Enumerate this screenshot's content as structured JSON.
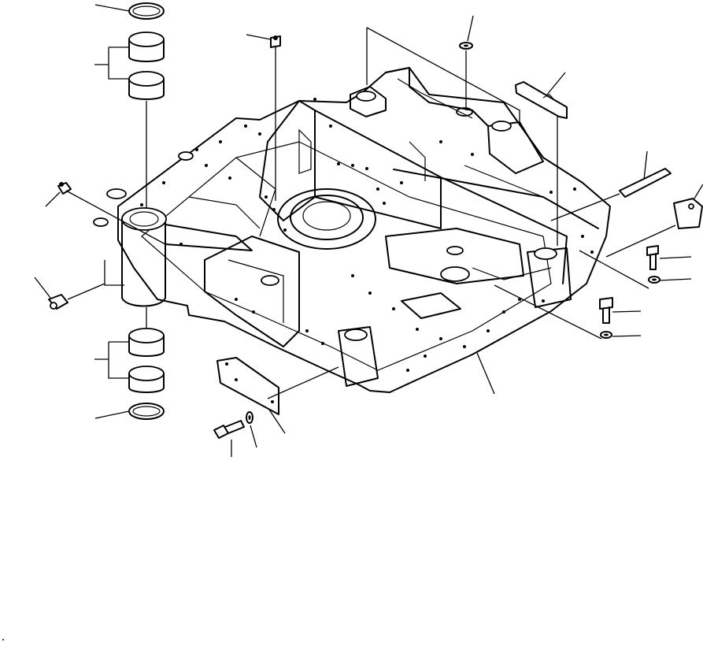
{
  "figure": {
    "background": "#ffffff",
    "line_color": "#000000",
    "description_text": ""
  },
  "parts": [
    {
      "id": "ring-top",
      "icon": "o-ring-icon"
    },
    {
      "id": "bushing-upper-pair",
      "icon": "bushing-icon"
    },
    {
      "id": "plug-top",
      "icon": "plug-icon"
    },
    {
      "id": "washer-top",
      "icon": "washer-icon"
    },
    {
      "id": "cover-plate-top",
      "icon": "plate-icon"
    },
    {
      "id": "strip-right",
      "icon": "strip-icon"
    },
    {
      "id": "bracket-right",
      "icon": "bracket-icon"
    },
    {
      "id": "bolt-right-upper",
      "icon": "bolt-icon"
    },
    {
      "id": "washer-right-upper",
      "icon": "washer-icon"
    },
    {
      "id": "bolt-right-lower",
      "icon": "bolt-icon"
    },
    {
      "id": "washer-right-lower",
      "icon": "washer-icon"
    },
    {
      "id": "frame",
      "icon": "revolving-frame-icon"
    },
    {
      "id": "grease-fitting-left",
      "icon": "grease-fitting-icon"
    },
    {
      "id": "grease-fitting-upper-left",
      "icon": "grease-fitting-icon"
    },
    {
      "id": "bushing-lower-pair",
      "icon": "bushing-icon"
    },
    {
      "id": "ring-bottom",
      "icon": "o-ring-icon"
    },
    {
      "id": "plate-bottom",
      "icon": "plate-icon"
    },
    {
      "id": "bolt-bottom",
      "icon": "bolt-icon"
    },
    {
      "id": "washer-bottom",
      "icon": "washer-icon"
    }
  ]
}
